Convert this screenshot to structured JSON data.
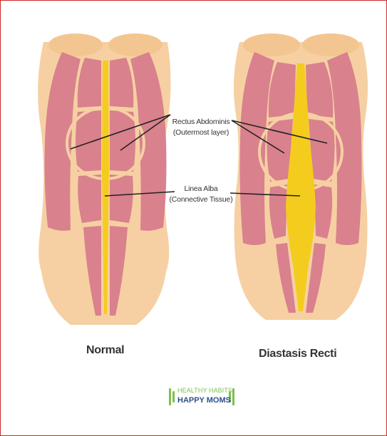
{
  "labels": {
    "rectus_title": "Rectus Abdominis",
    "rectus_sub": "(Outermost layer)",
    "linea_title": "Linea Alba",
    "linea_sub": "(Connective Tissue)",
    "normal": "Normal",
    "diastasis": "Diastasis Recti"
  },
  "logo": {
    "line1": "HEALTHY HABITS",
    "line2": "HAPPY MOMS"
  },
  "colors": {
    "border": "#cc2b2b",
    "skin": "#f6d0a3",
    "muscle": "#d9818d",
    "linea_alba": "#f4cc1e",
    "outline": "#b86672",
    "logo_green": "#7dbf4f",
    "logo_blue": "#2c4f8c"
  }
}
